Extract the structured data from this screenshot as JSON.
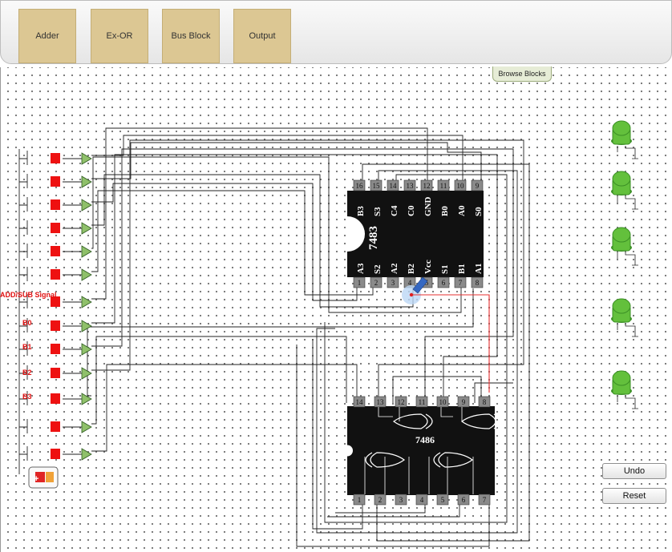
{
  "toolbar": {
    "blocks": [
      {
        "label": "Adder"
      },
      {
        "label": "Ex-OR"
      },
      {
        "label": "Bus Block"
      },
      {
        "label": "Output"
      }
    ]
  },
  "browse_tab": {
    "label": "Browse Blocks"
  },
  "labels": {
    "addsub": "ADD/SUB  Signal",
    "b0": "B0",
    "b1": "B1",
    "b2": "B2",
    "b3": "B3"
  },
  "ic_7483": {
    "name": "7483",
    "top_pins": [
      "16",
      "15",
      "14",
      "13",
      "12",
      "11",
      "10",
      "9"
    ],
    "top_labels": [
      "B3",
      "S3",
      "C4",
      "C0",
      "GND",
      "B0",
      "A0",
      "S0"
    ],
    "bottom_pins": [
      "1",
      "2",
      "3",
      "4",
      "5",
      "6",
      "7",
      "8"
    ],
    "bottom_labels": [
      "A3",
      "S2",
      "A2",
      "B2",
      "Vcc",
      "S1",
      "B1",
      "A1"
    ]
  },
  "ic_7486": {
    "name": "7486",
    "top_pins": [
      "14",
      "13",
      "12",
      "11",
      "10",
      "9",
      "8"
    ],
    "bottom_pins": [
      "1",
      "2",
      "3",
      "4",
      "5",
      "6",
      "7"
    ]
  },
  "buttons": {
    "undo": "Undo",
    "reset": "Reset"
  },
  "colors": {
    "toolbar_block": "#dcc793",
    "switch": "#ee1111",
    "buffer": "#8fc06a",
    "led": "#63c03c",
    "chip": "#111111",
    "probe_wire": "#e53030"
  }
}
